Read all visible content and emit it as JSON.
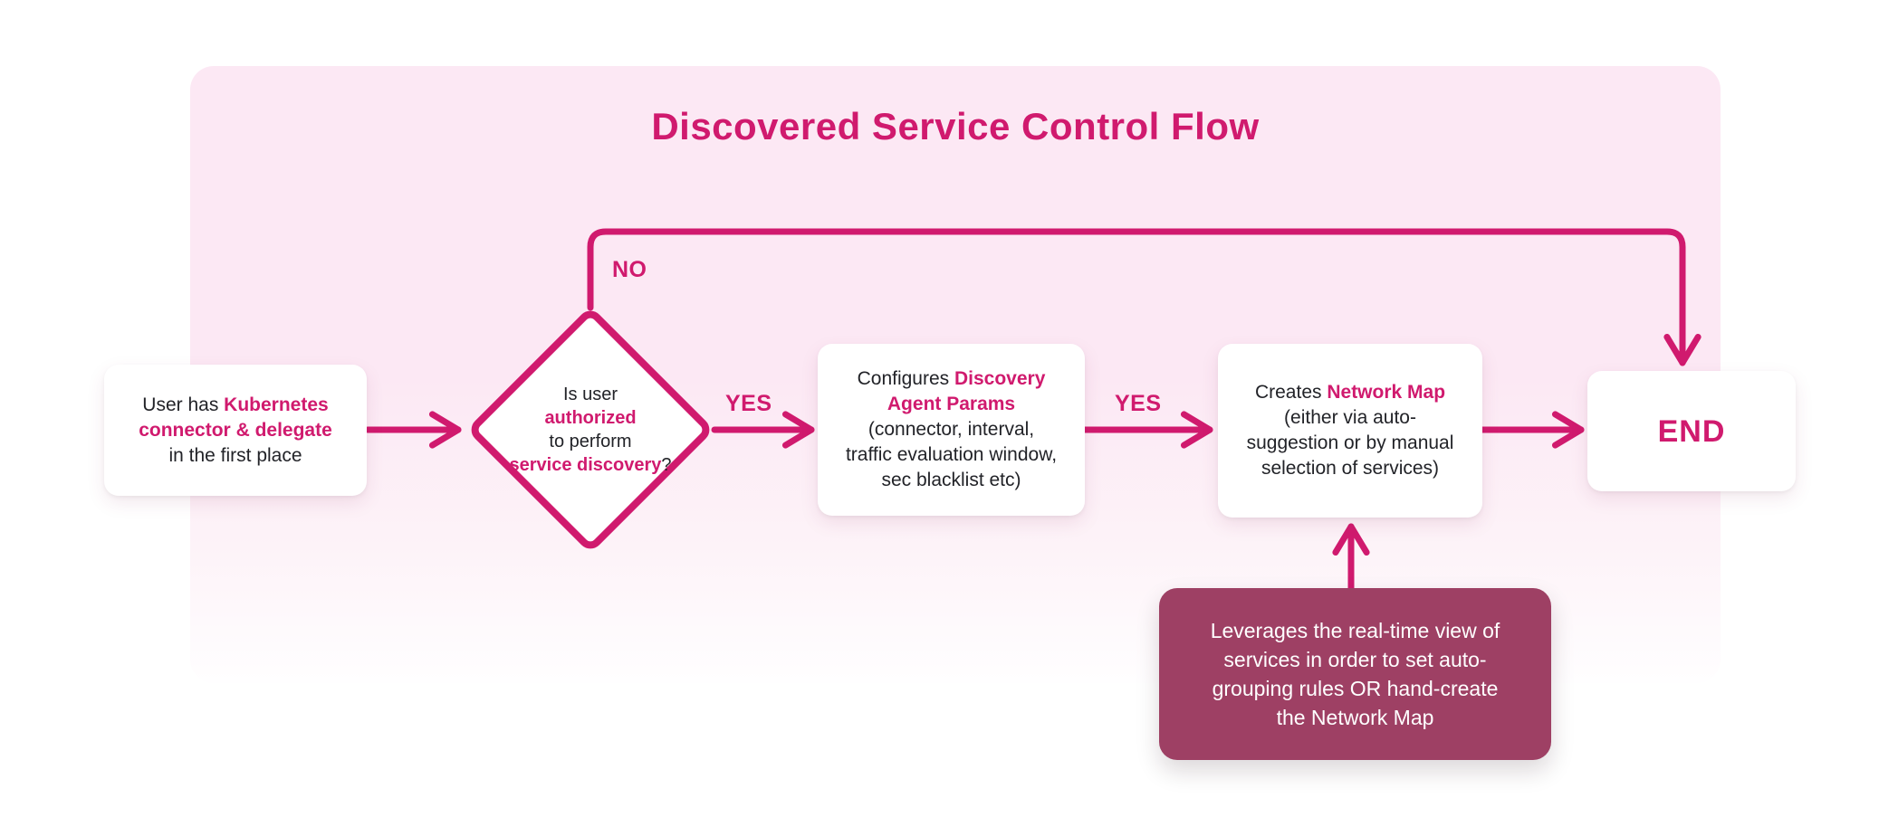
{
  "title": "Discovered Service Control Flow",
  "colors": {
    "accent": "#d01a6e",
    "panel_pink": "#fce8f4",
    "maroon": "#9e4064",
    "text_dark": "#222328",
    "white": "#ffffff"
  },
  "labels": {
    "no": "NO",
    "yes1": "YES",
    "yes2": "YES"
  },
  "nodes": {
    "start": {
      "lines": [
        [
          {
            "t": "User has ",
            "a": false
          },
          {
            "t": "Kubernetes",
            "a": true
          }
        ],
        [
          {
            "t": "connector & delegate",
            "a": true
          }
        ],
        [
          {
            "t": "in the first place",
            "a": false
          }
        ]
      ]
    },
    "decision": {
      "lines": [
        [
          {
            "t": "Is user",
            "a": false
          }
        ],
        [
          {
            "t": "authorized",
            "a": true
          }
        ],
        [
          {
            "t": "to perform",
            "a": false
          }
        ],
        [
          {
            "t": "service discovery",
            "a": true
          },
          {
            "t": "?",
            "a": false
          }
        ]
      ]
    },
    "configure": {
      "lines": [
        [
          {
            "t": "Configures ",
            "a": false
          },
          {
            "t": "Discovery",
            "a": true
          }
        ],
        [
          {
            "t": "Agent Params",
            "a": true
          }
        ],
        [
          {
            "t": "(connector, interval,",
            "a": false
          }
        ],
        [
          {
            "t": "traffic evaluation window,",
            "a": false
          }
        ],
        [
          {
            "t": "sec blacklist etc)",
            "a": false
          }
        ]
      ]
    },
    "create_map": {
      "lines": [
        [
          {
            "t": "Creates ",
            "a": false
          },
          {
            "t": "Network Map",
            "a": true
          }
        ],
        [
          {
            "t": "(either via auto-",
            "a": false
          }
        ],
        [
          {
            "t": "suggestion or by manual",
            "a": false
          }
        ],
        [
          {
            "t": "selection of services)",
            "a": false
          }
        ]
      ]
    },
    "end": {
      "label": "END"
    },
    "note": {
      "lines": [
        [
          {
            "t": "Leverages the real-time view of",
            "a": false
          }
        ],
        [
          {
            "t": "services in order to set auto-",
            "a": false
          }
        ],
        [
          {
            "t": "grouping rules OR hand-create",
            "a": false
          }
        ],
        [
          {
            "t": "the Network Map",
            "a": false
          }
        ]
      ]
    }
  }
}
